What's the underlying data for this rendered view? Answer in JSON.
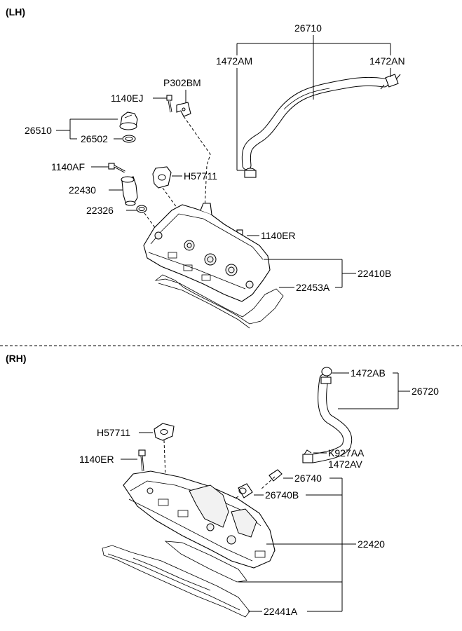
{
  "sections": {
    "lh": "(LH)",
    "rh": "(RH)"
  },
  "lh_labels": {
    "hose_assy": "26710",
    "clamp_left": "1472AM",
    "clamp_right": "1472AN",
    "bracket": "P302BM",
    "bolt_bracket": "1140EJ",
    "oil_cap_assy": "26510",
    "oil_cap_gasket": "26502",
    "bolt_filler": "1140AF",
    "grommet": "H57711",
    "oil_filler_neck": "22430",
    "o_ring": "22326",
    "bolt_cover": "1140ER",
    "cover_assy": "22410B",
    "cover_gasket": "22453A"
  },
  "rh_labels": {
    "clamp_top": "1472AB",
    "hose_assy": "26720",
    "grommet": "H57711",
    "bolt_cover": "1140ER",
    "clip": "K927AA",
    "clamp_bottom": "1472AV",
    "pcv_valve": "26740",
    "pcv_grommet": "26740B",
    "cover": "22420",
    "gasket": "22441A"
  }
}
